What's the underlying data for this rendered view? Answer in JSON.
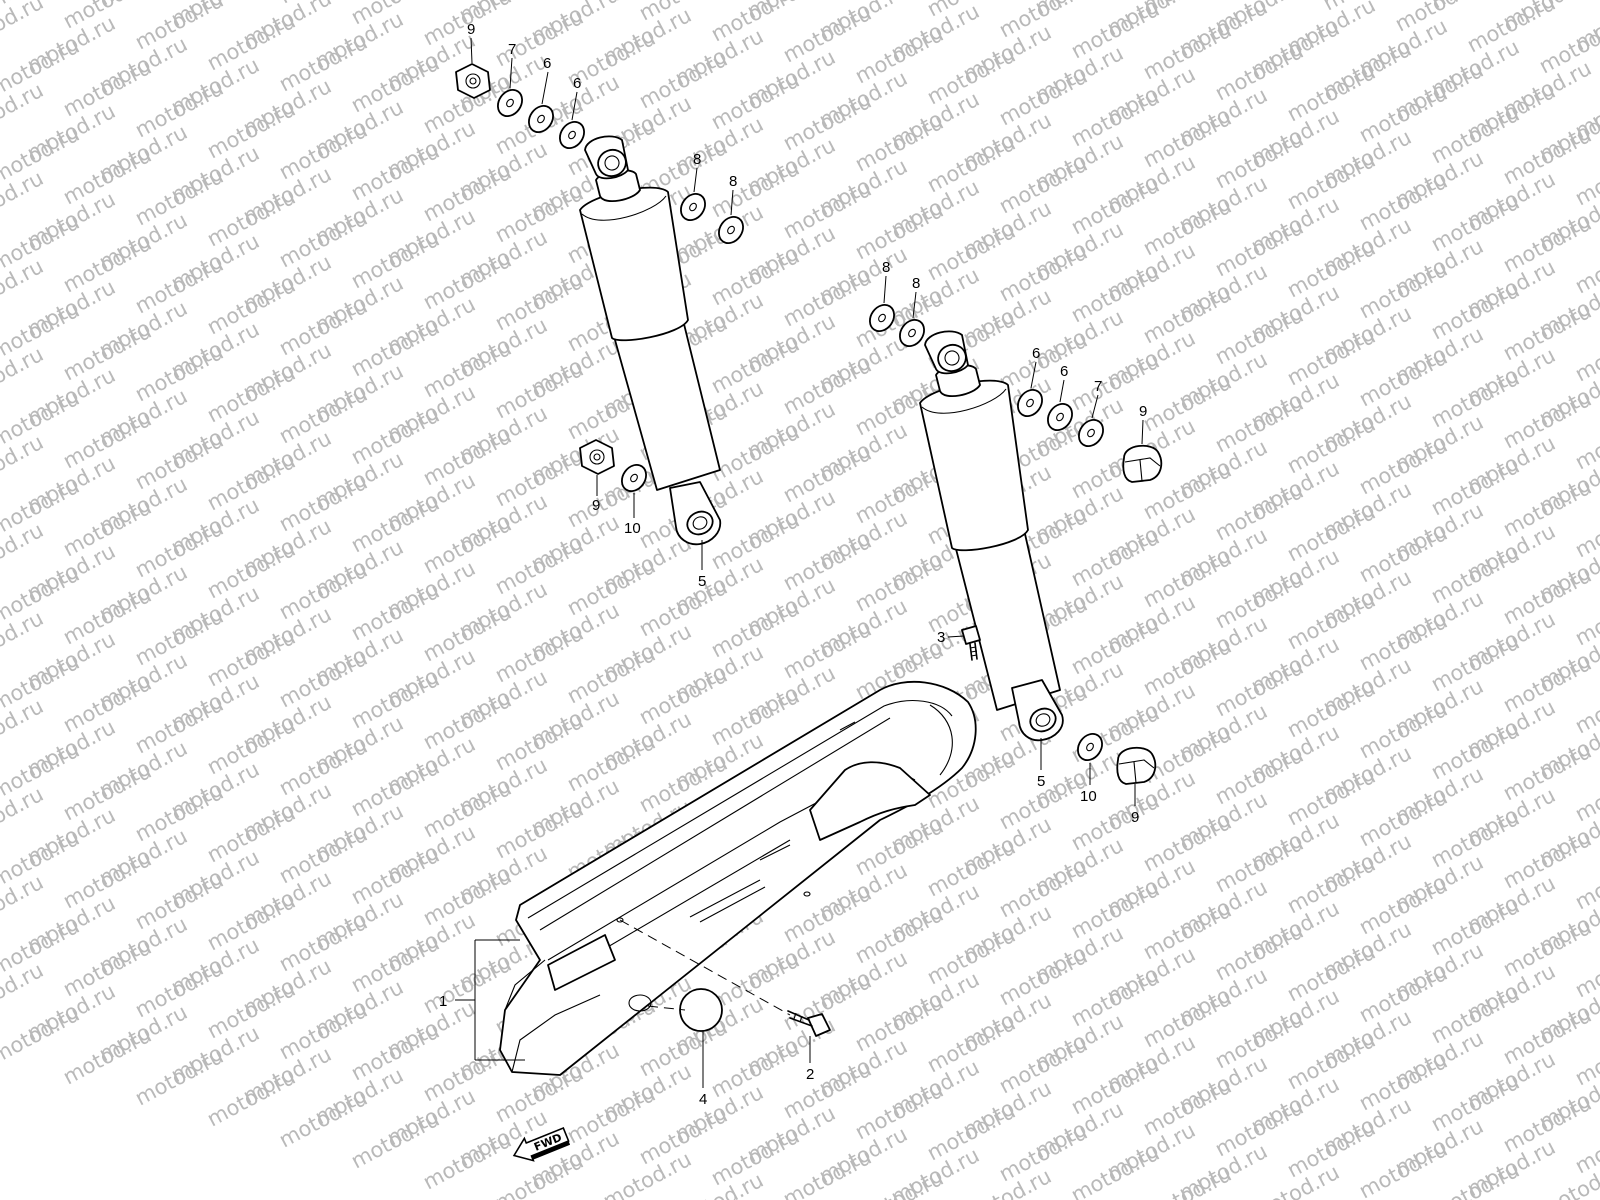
{
  "watermark": {
    "text": "motod.ru",
    "color": "#b9b9b9"
  },
  "direction_label": "FWD",
  "callouts": [
    {
      "id": "c-9a",
      "label": "9"
    },
    {
      "id": "c-7a",
      "label": "7"
    },
    {
      "id": "c-6a",
      "label": "6"
    },
    {
      "id": "c-6b",
      "label": "6"
    },
    {
      "id": "c-8a",
      "label": "8"
    },
    {
      "id": "c-8b",
      "label": "8"
    },
    {
      "id": "c-9b",
      "label": "9"
    },
    {
      "id": "c-10a",
      "label": "10"
    },
    {
      "id": "c-5a",
      "label": "5"
    },
    {
      "id": "c-8c",
      "label": "8"
    },
    {
      "id": "c-8d",
      "label": "8"
    },
    {
      "id": "c-6c",
      "label": "6"
    },
    {
      "id": "c-6d",
      "label": "6"
    },
    {
      "id": "c-7b",
      "label": "7"
    },
    {
      "id": "c-9c",
      "label": "9"
    },
    {
      "id": "c-3",
      "label": "3"
    },
    {
      "id": "c-5b",
      "label": "5"
    },
    {
      "id": "c-10b",
      "label": "10"
    },
    {
      "id": "c-9d",
      "label": "9"
    },
    {
      "id": "c-1",
      "label": "1"
    },
    {
      "id": "c-2",
      "label": "2"
    },
    {
      "id": "c-4",
      "label": "4"
    }
  ]
}
